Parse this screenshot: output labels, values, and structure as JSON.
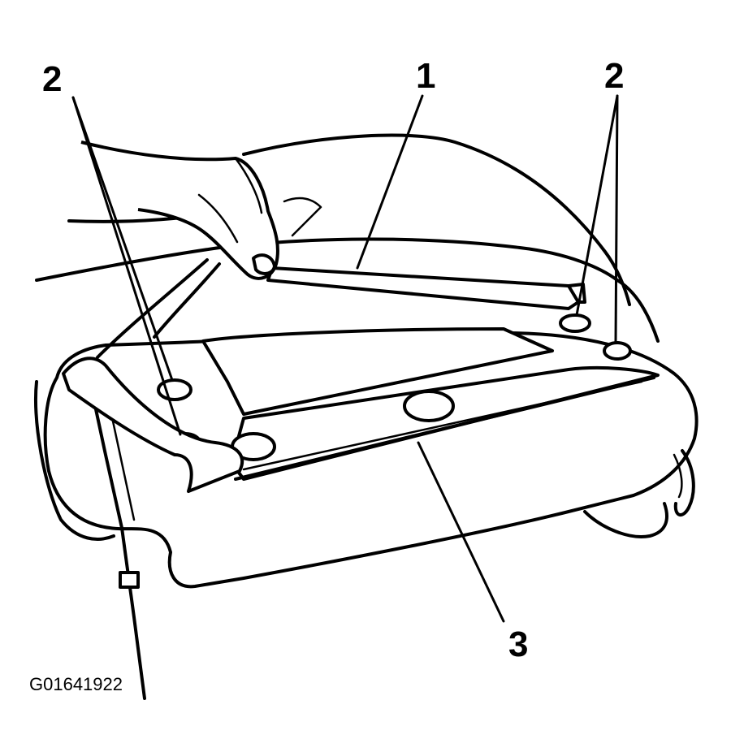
{
  "callouts": {
    "c1": "1",
    "c2_left": "2",
    "c2_right": "2",
    "c3": "3"
  },
  "figure_id": "G01641922"
}
